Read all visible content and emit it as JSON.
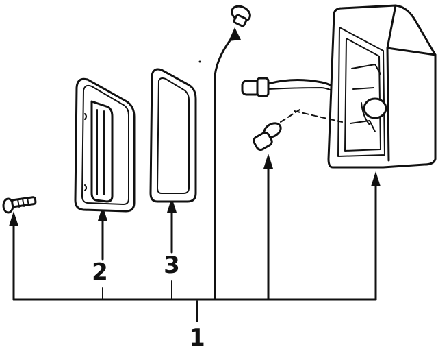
{
  "callouts": {
    "main": "1",
    "part_left_lens": "2",
    "part_right_lens": "3"
  },
  "colors": {
    "ink": "#111111",
    "background": "#ffffff"
  }
}
